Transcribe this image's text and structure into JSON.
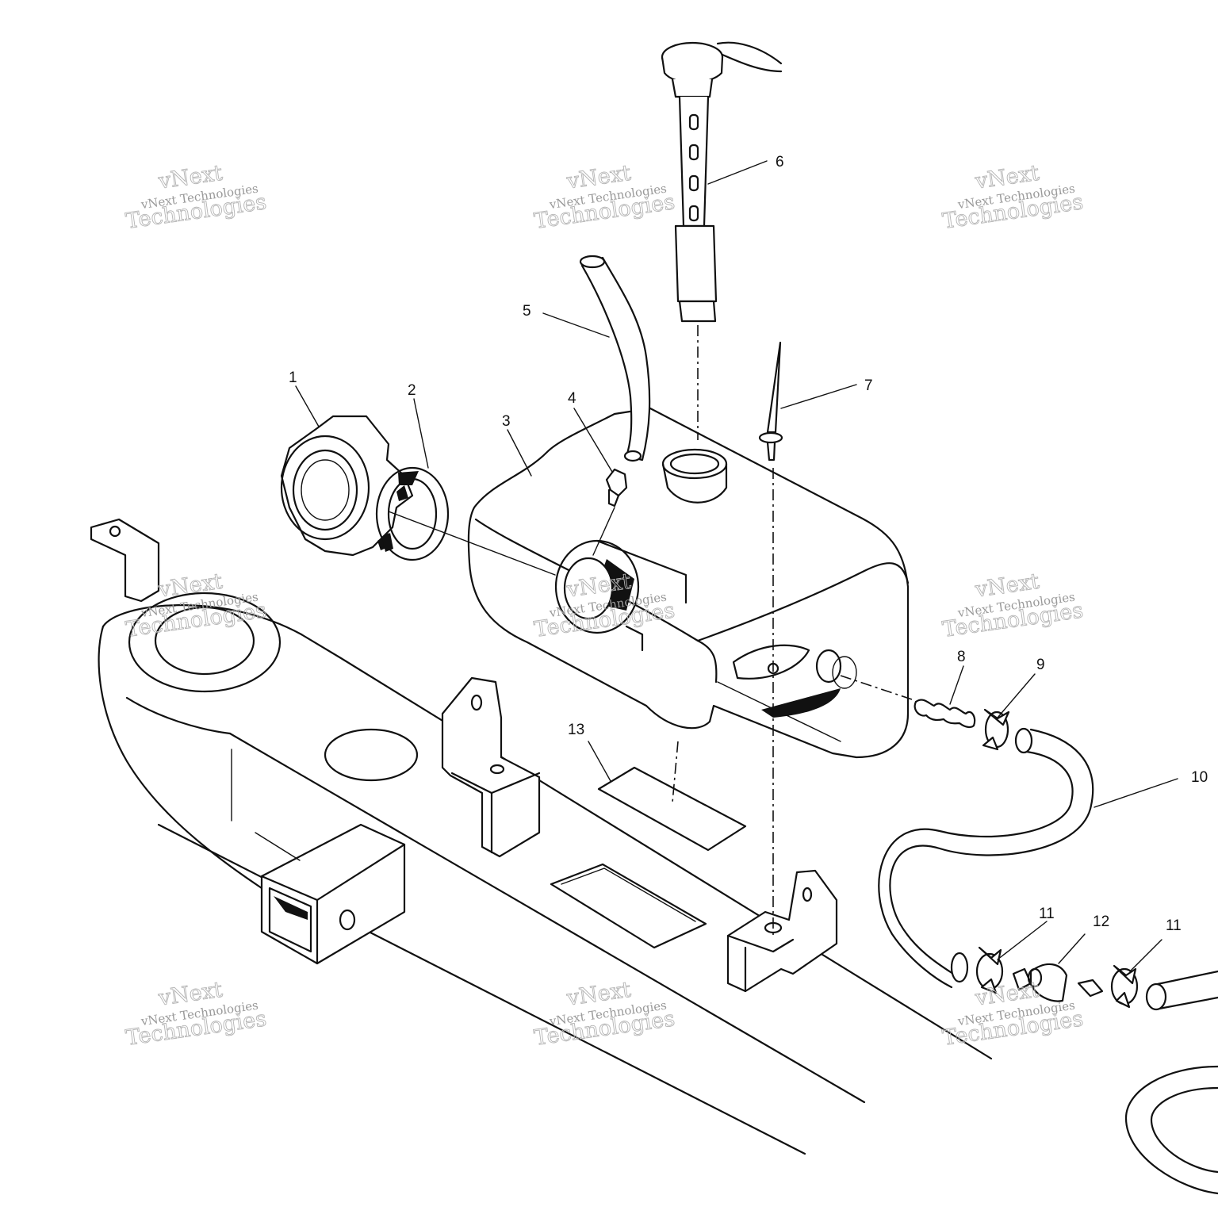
{
  "callouts": [
    {
      "id": "1",
      "label": "1"
    },
    {
      "id": "2",
      "label": "2"
    },
    {
      "id": "3",
      "label": "3"
    },
    {
      "id": "4",
      "label": "4"
    },
    {
      "id": "5",
      "label": "5"
    },
    {
      "id": "6",
      "label": "6"
    },
    {
      "id": "7",
      "label": "7"
    },
    {
      "id": "8",
      "label": "8"
    },
    {
      "id": "9",
      "label": "9"
    },
    {
      "id": "10",
      "label": "10"
    },
    {
      "id": "11a",
      "label": "11"
    },
    {
      "id": "11b",
      "label": "11"
    },
    {
      "id": "12",
      "label": "12"
    },
    {
      "id": "13",
      "label": "13"
    }
  ],
  "watermark": {
    "line1": "vNext",
    "line2": "vNext Technologies",
    "line3": "Technologies"
  }
}
